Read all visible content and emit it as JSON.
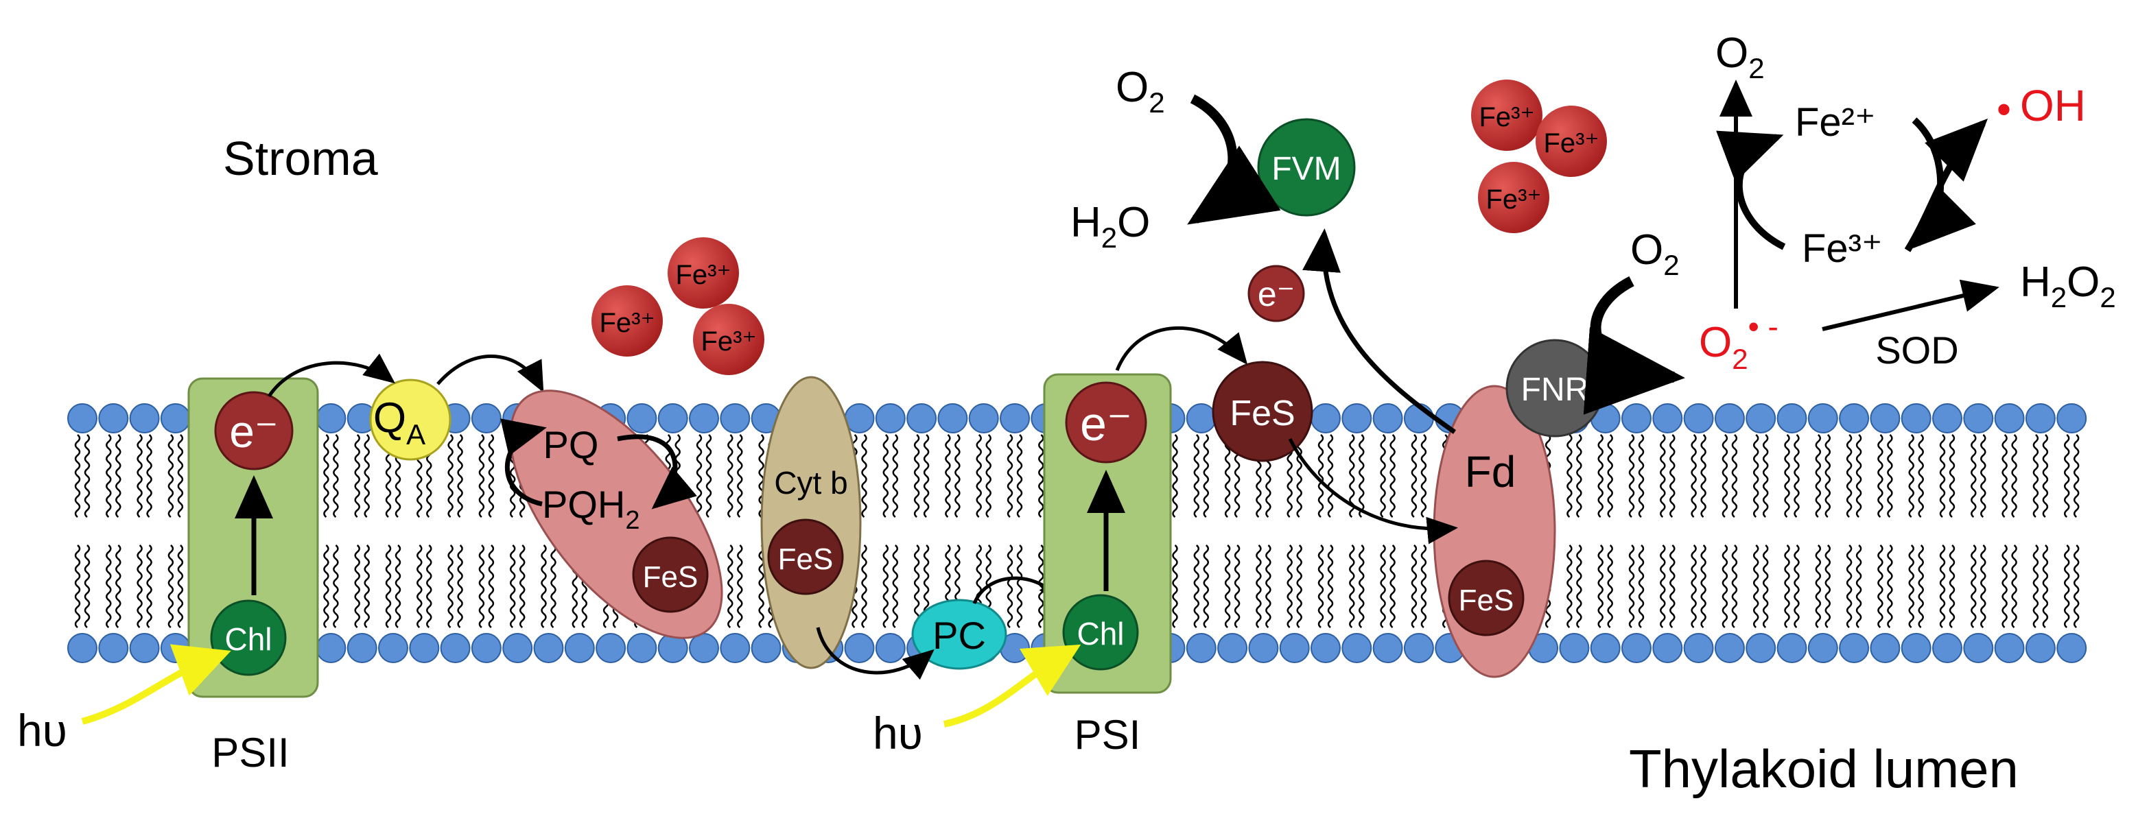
{
  "regions": {
    "stroma": "Stroma",
    "lumen": "Thylakoid lumen"
  },
  "labels": {
    "psii": "PSII",
    "psi": "PSI",
    "light": "hυ",
    "e_minus": "e⁻",
    "chl": "Chl",
    "qa_main": "Q",
    "qa_sub": "A",
    "pq": "PQ",
    "pqh2_main": "PQH",
    "pqh2_sub": "2",
    "cytb": "Cyt b",
    "fes": "FeS",
    "pc": "PC",
    "fd": "Fd",
    "fnr": "FNR",
    "fvm": "FVM",
    "fe3": "Fe³⁺",
    "fe2": "Fe²⁺",
    "o2_main": "O",
    "o2_sub": "2",
    "h2o_h": "H",
    "h2o_sub": "2",
    "h2o_o": "O",
    "h2o2_h": "H",
    "h2o2_sub1": "2",
    "h2o2_o": "O",
    "h2o2_sub2": "2",
    "superoxide_main": "O",
    "superoxide_sub": "2",
    "superoxide_sup": "• -",
    "hydroxyl_dot": "•",
    "hydroxyl": "OH",
    "sod": "SOD"
  },
  "colors": {
    "lipid_head": "#5b8fd6",
    "photosystem": "#a9c97a",
    "chl": "#0f7a3a",
    "electron": "#9a2d2d",
    "fes": "#6b2020",
    "cyt_b": "#c8b98f",
    "pq_complex": "#d98c8c",
    "fd": "#d98c8c",
    "qa": "#f5f060",
    "pc": "#25c9c9",
    "fnr": "#5a5a5a",
    "fvm": "#137a3c",
    "iron": "#c0312f",
    "light_arrow": "#f5f21a",
    "ros_red": "#e8141c"
  }
}
